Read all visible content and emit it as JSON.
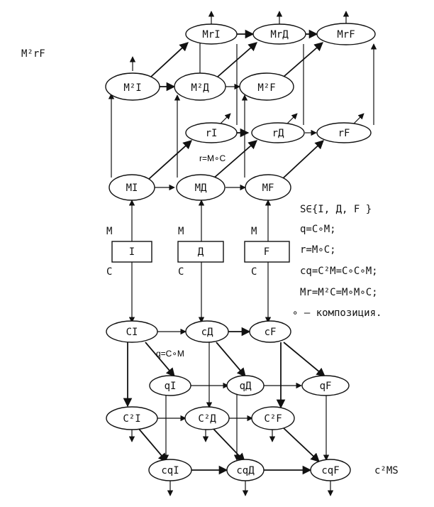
{
  "corner_labels": {
    "top_left": "M²rF",
    "bottom_right": "c²MS"
  },
  "nodes": {
    "MrI": "MrI",
    "MrD": "MrД",
    "MrF": "MrF",
    "M2I": "M²I",
    "M2D": "M²Д",
    "M2F": "M²F",
    "rI": "rI",
    "rD": "rД",
    "rF": "rF",
    "MI": "MI",
    "MD": "MД",
    "MF": "MF",
    "I": "I",
    "D": "Д",
    "F": "F",
    "CI": "CI",
    "cD": "cД",
    "cF": "cF",
    "qI": "qI",
    "qD": "qД",
    "qF": "qF",
    "c2I": "C²I",
    "c2D": "C²Д",
    "c2F": "C²F",
    "cqI": "cqI",
    "cqD": "cqД",
    "cqF": "cqF"
  },
  "box_labels": {
    "M": "M",
    "C": "C"
  },
  "annotations": {
    "r_def": "r=M∘C",
    "q_def": "q=C∘M"
  },
  "legend": [
    "S∈{I, Д, F }",
    "q=C∘M;",
    "r=M∘C;",
    "cq=C²M=C∘C∘M;",
    "Mr=M²C=M∘M∘C;",
    "∘ – композиция."
  ]
}
